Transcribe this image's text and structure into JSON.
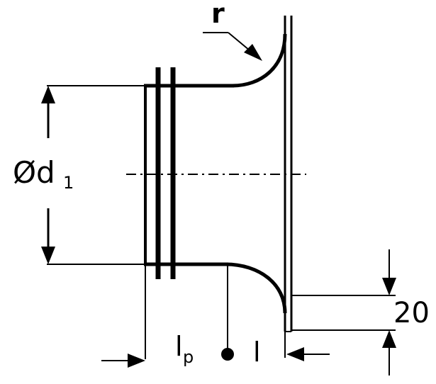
{
  "labels": {
    "radius": "r",
    "diameter_symbol": "Ød",
    "diameter_subscript": "1",
    "lp_main": "l",
    "lp_subscript": "p",
    "length": "l",
    "offset": "20"
  },
  "colors": {
    "line": "#000000",
    "background": "#ffffff"
  }
}
